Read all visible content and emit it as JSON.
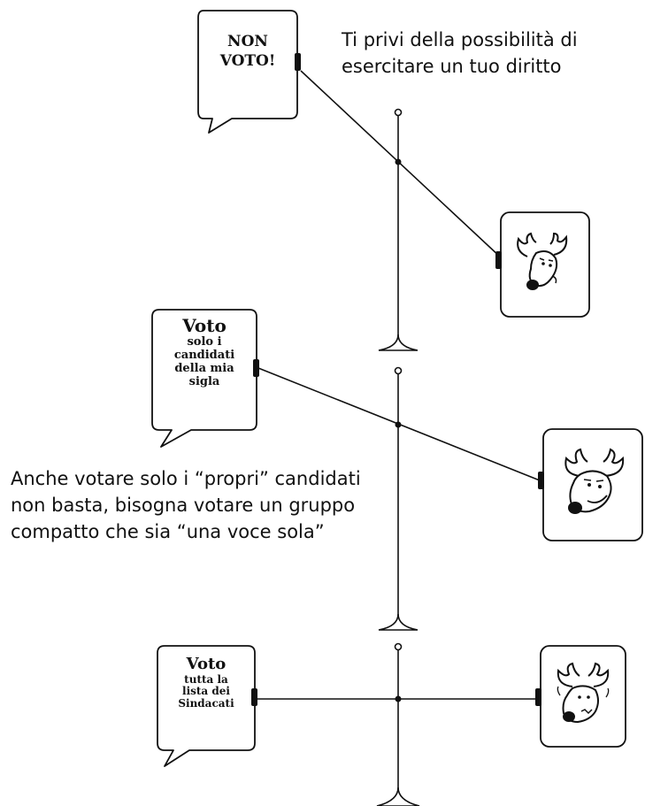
{
  "captions": {
    "top": "Ti privi della possibilità di esercitare un tuo diritto",
    "middle": "Anche votare solo i “propri” candidati non basta, bisogna votare un gruppo compatto che sia “una voce sola”"
  },
  "panels": [
    {
      "bubble_lines": [
        "NON",
        "VOTO!"
      ],
      "moose_expression": "sad",
      "balance_state": "tilted"
    },
    {
      "bubble_title": "Voto",
      "bubble_lines": [
        "solo i",
        "candidati",
        "della mia",
        "sigla"
      ],
      "moose_expression": "worried-smile",
      "balance_state": "slightly-tilted"
    },
    {
      "bubble_title": "Voto",
      "bubble_lines": [
        "tutta la",
        "lista dei",
        "Sindacati"
      ],
      "moose_expression": "anxious",
      "balance_state": "balanced"
    }
  ],
  "colors": {
    "ink": "#111111",
    "paper": "#ffffff"
  }
}
